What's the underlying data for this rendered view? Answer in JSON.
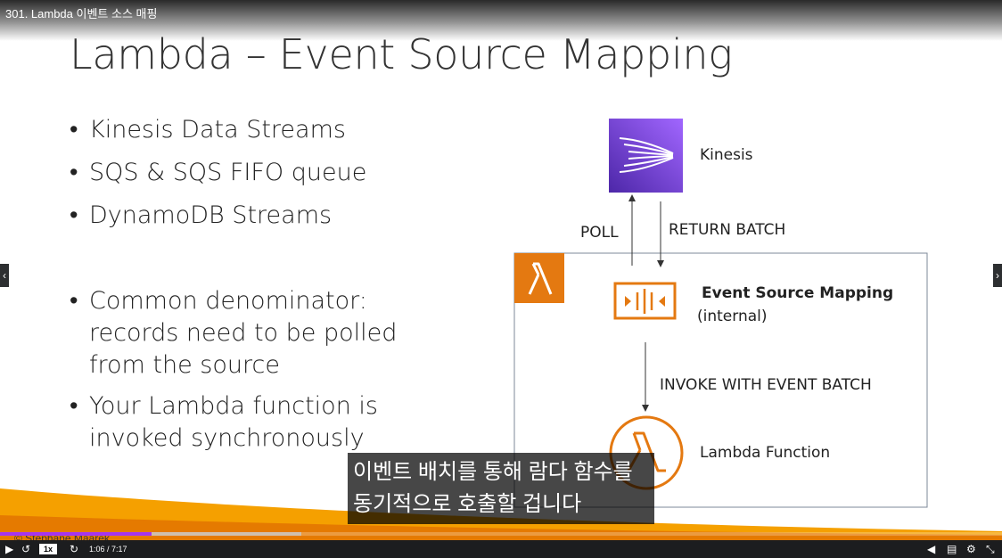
{
  "player": {
    "video_title": "301. Lambda 이벤트 소스 매핑",
    "speed": "1x",
    "time": "1:06 / 7:17",
    "copyright": "© Stephane Maarek",
    "progress": 0.151
  },
  "slide": {
    "title": "Lambda – Event Source Mapping",
    "bullets": [
      "Kinesis Data Streams",
      "SQS & SQS FIFO queue",
      "DynamoDB Streams",
      "Common denominator: records need to be polled from the source",
      "Your Lambda function is invoked synchronously"
    ]
  },
  "diagram": {
    "kinesis_label": "Kinesis",
    "poll_label": "POLL",
    "return_label": "RETURN BATCH",
    "esm_title": "Event Source Mapping",
    "esm_sub": "(internal)",
    "invoke_label": "INVOKE WITH EVENT BATCH",
    "lambda_label": "Lambda Function",
    "colors": {
      "kinesis": "#6b3fd4",
      "lambda": "#e47911"
    }
  },
  "subtitle": {
    "line1": "이벤트 배치를 통해 람다 함수를",
    "line2": "동기적으로 호출할 겁니다"
  },
  "icons": [
    "play-icon",
    "replay-icon",
    "forward-icon",
    "volume-icon",
    "captions-icon",
    "settings-icon",
    "fullscreen-icon",
    "prev-icon",
    "next-icon"
  ]
}
